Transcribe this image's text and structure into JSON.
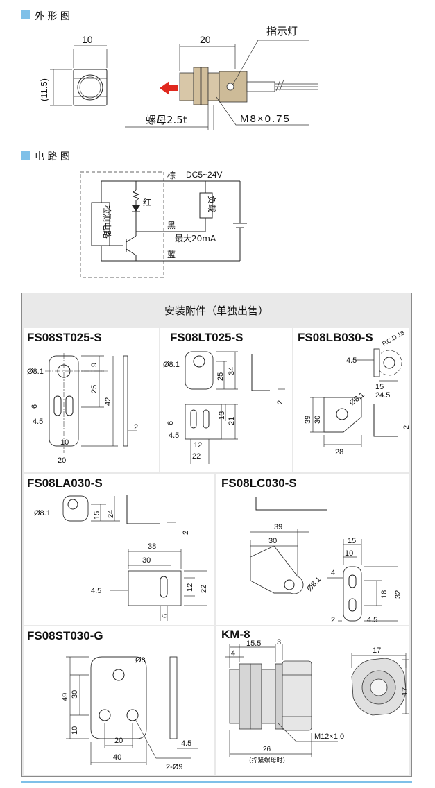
{
  "colors": {
    "accent": "#7fc0e8",
    "panel_bg": "#e9e9e9",
    "border": "#8a8a8a",
    "arrow": "#e0281e",
    "bottom_line": "#7fc0e8"
  },
  "outline_section": {
    "heading": "外 形 图",
    "dim_width": "10",
    "dim_height": "(11.5)",
    "dim_length": "20",
    "indicator_label": "指示灯",
    "nut_label": "螺母2.5t",
    "thread_label": "M8×0.75"
  },
  "circuit_section": {
    "heading": "电 路 图",
    "brown_label": "棕",
    "voltage_label": "DC5~24V",
    "red_label": "红",
    "black_label": "黑",
    "blue_label": "蓝",
    "load_label": "负载",
    "max_current": "最大20mA",
    "detect_circuit": "检测电路"
  },
  "accessories": {
    "header": "安装附件（单独出售）",
    "items": [
      {
        "model": "FS08ST025-S",
        "dims": [
          "Ø8.1",
          "9",
          "25",
          "42",
          "6",
          "4.5",
          "10",
          "20",
          "2"
        ]
      },
      {
        "model": "FS08LT025-S",
        "dims": [
          "Ø8.1",
          "25",
          "34",
          "2",
          "6",
          "4.5",
          "13",
          "21",
          "12",
          "22"
        ]
      },
      {
        "model": "FS08LB030-S",
        "dims": [
          "P.C.D.18",
          "4.5",
          "15",
          "24.5",
          "Ø8.1",
          "39",
          "30",
          "28",
          "2"
        ]
      },
      {
        "model": "FS08LA030-S",
        "dims": [
          "Ø8.1",
          "15",
          "24",
          "2",
          "38",
          "30",
          "4.5",
          "12",
          "22",
          "6"
        ]
      },
      {
        "model": "FS08LC030-S",
        "dims": [
          "39",
          "30",
          "15",
          "10",
          "4",
          "18",
          "32",
          "Ø8.1",
          "2",
          "4.5"
        ]
      },
      {
        "model": "FS08ST030-G",
        "dims": [
          "Ø8",
          "49",
          "30",
          "10",
          "20",
          "40",
          "4.5",
          "2-Ø9"
        ]
      },
      {
        "model": "KM-8",
        "dims": [
          "15.5",
          "3",
          "4",
          "17",
          "17",
          "M12×1.0",
          "26",
          "(拧紧螺母时)"
        ]
      }
    ]
  }
}
